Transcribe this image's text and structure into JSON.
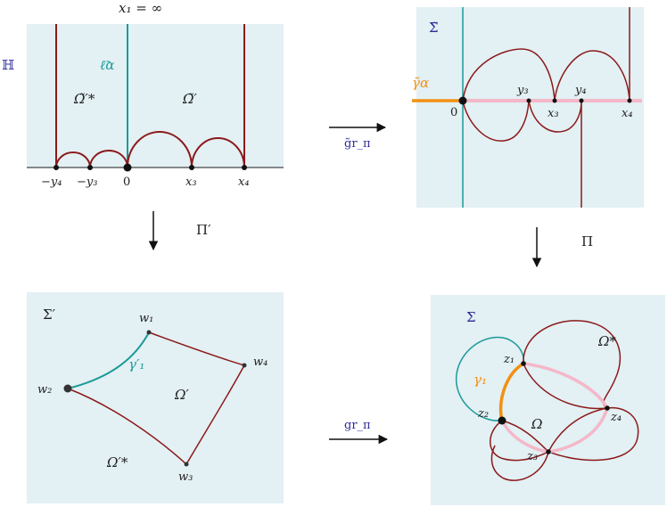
{
  "colors": {
    "panel_fill": "#e3f0f4",
    "curve_dark_red": "#8b1a1a",
    "teal": "#1a9b98",
    "orange": "#f29012",
    "pink": "#f4b8c8",
    "arrow": "#111111",
    "label_blue": "#2c2c9a"
  },
  "panel_H": {
    "top_label": "x₁ = ∞",
    "space_label": "ℍ",
    "ell_alpha": "ℓ̃α",
    "omega_star": "Ω̃′*",
    "omega": "Ω̃′",
    "ticks": [
      "−y₄",
      "−y₃",
      "0",
      "x₃",
      "x₄"
    ]
  },
  "panel_Sigma_tilde": {
    "space_label": "Σ̃",
    "gamma_alpha": "γ̃α",
    "origin": "0",
    "points": [
      "y₃",
      "y₄",
      "x₃",
      "x₄"
    ]
  },
  "panel_Sigma_prime": {
    "space_label": "Σ′",
    "w1": "w₁",
    "w2": "w₂",
    "w3": "w₃",
    "w4": "w₄",
    "gamma1_prime": "γ′₁",
    "omega_prime": "Ω′",
    "omega_prime_star": "Ω′*"
  },
  "panel_Sigma": {
    "space_label": "Σ",
    "gamma1": "γ₁",
    "z1": "z₁",
    "z2": "z₂",
    "z3": "z₃",
    "z4": "z₄",
    "omega": "Ω",
    "omega_star": "Ω*"
  },
  "arrows": {
    "top": "g̃r_π",
    "left": "Π′",
    "right": "Π",
    "bottom": "gr_π"
  }
}
